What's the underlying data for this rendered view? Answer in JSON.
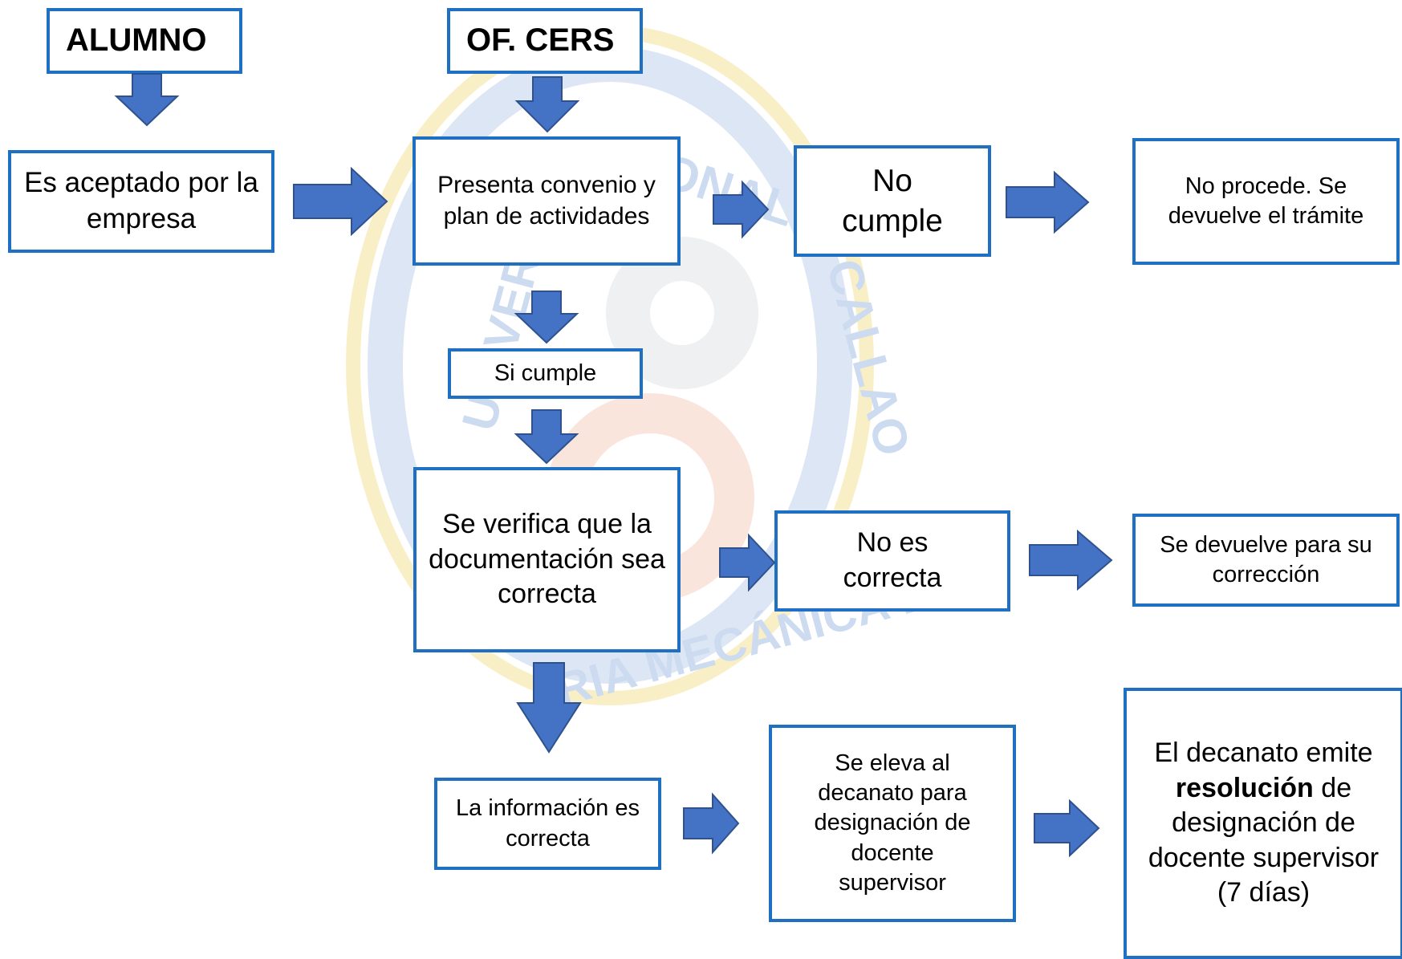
{
  "lanes": {
    "alumno": "ALUMNO",
    "of_cers": "OF. CERS"
  },
  "steps": {
    "aceptado": "Es aceptado por la empresa",
    "presenta": "Presenta convenio y plan de actividades",
    "no_cumple": "No cumple",
    "no_procede": "No procede. Se devuelve el trámite",
    "si_cumple": "Si cumple",
    "verifica": "Se verifica que la documentación sea correcta",
    "no_correcta": "No es correcta",
    "devuelve_correccion": "Se devuelve para su corrección",
    "info_correcta": "La información es correcta",
    "eleva": "Se eleva al decanato para designación de docente supervisor",
    "decanato_pre": "El decanato emite",
    "decanato_bold": "resolución",
    "decanato_post": "de designación de docente supervisor",
    "decanato_days": "(7 días)"
  },
  "watermark_text": {
    "top": "ONAL",
    "left": "UNIVERS",
    "right": "CALLAO",
    "bottom": "RIA MECÁNICA ENE"
  },
  "colors": {
    "box_border": "#1f6fc3",
    "arrow_fill": "#4472c4",
    "watermark_blue": "#1f5fbf",
    "watermark_gold": "#e6b800"
  }
}
